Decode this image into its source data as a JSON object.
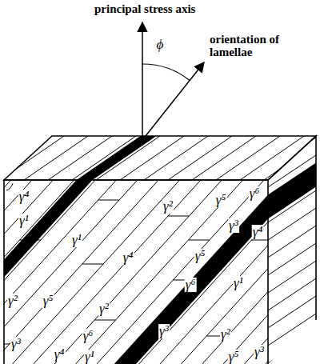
{
  "diagram": {
    "labels": [
      "principal stress axis",
      "ϕ",
      "orientation of lamellae",
      "γ⁴",
      "γ⁶",
      "γ⁵",
      "γ²",
      "γ¹",
      "γ³",
      "γ⁴",
      "γ¹",
      "γ⁴",
      "γ⁵",
      "γ⁶",
      "γ¹",
      "γ²",
      "γ⁵",
      "γ²",
      "γ³",
      "γ⁶",
      "γ²",
      "γ³",
      "γ⁴",
      "γ⁵",
      "γ¹",
      "γ³"
    ]
  }
}
